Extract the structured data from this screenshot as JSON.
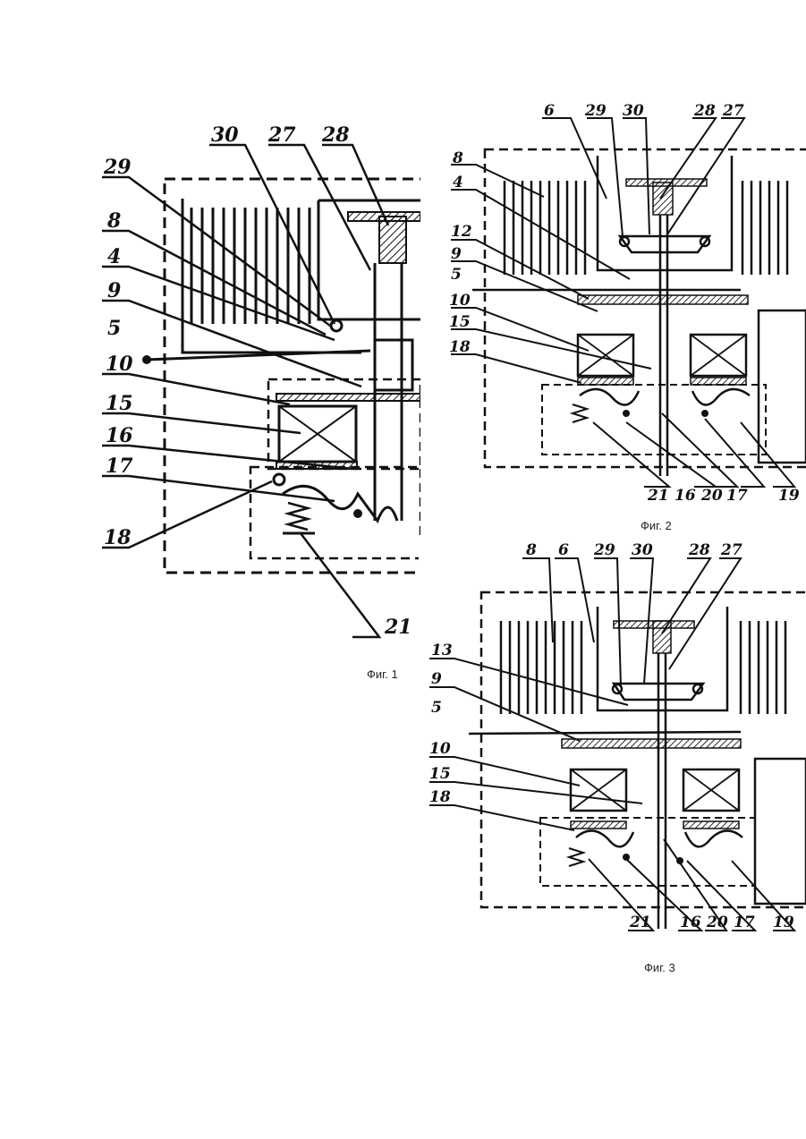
{
  "figures": [
    {
      "id": "fig1",
      "caption": "Фиг. 1",
      "labels": [
        "30",
        "27",
        "28",
        "29",
        "8",
        "4",
        "9",
        "5",
        "10",
        "15",
        "16",
        "17",
        "18",
        "21"
      ]
    },
    {
      "id": "fig2",
      "caption": "Фиг. 2",
      "labels": [
        "6",
        "29",
        "30",
        "28",
        "27",
        "8",
        "4",
        "12",
        "9",
        "5",
        "10",
        "15",
        "18",
        "21",
        "16",
        "20",
        "17",
        "19"
      ]
    },
    {
      "id": "fig3",
      "caption": "Фиг. 3",
      "labels": [
        "8",
        "6",
        "29",
        "30",
        "28",
        "27",
        "13",
        "9",
        "5",
        "10",
        "15",
        "18",
        "21",
        "16",
        "20",
        "17",
        "19"
      ]
    }
  ]
}
